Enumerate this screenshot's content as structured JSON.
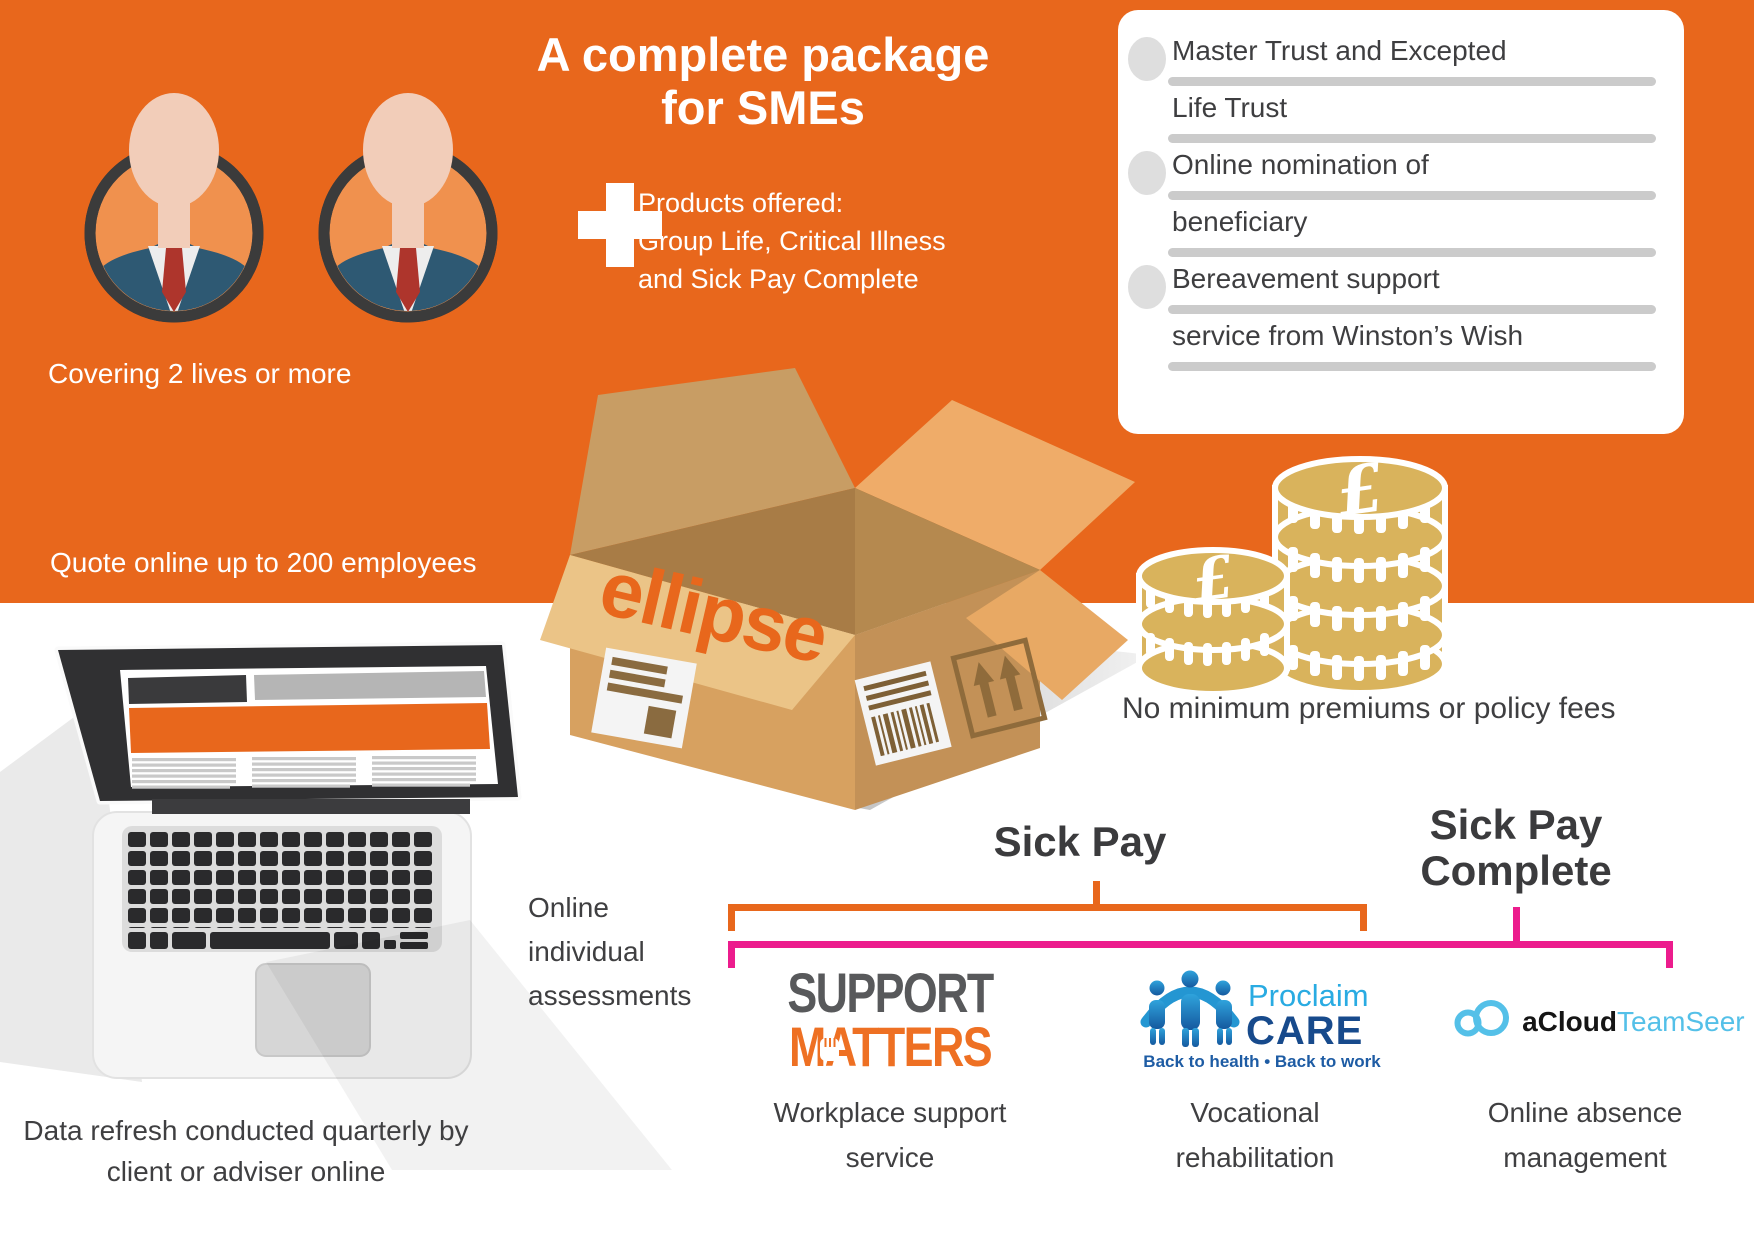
{
  "colors": {
    "orange": "#E8671C",
    "magenta": "#EC1C8D",
    "dark_text": "#3F3F41",
    "coin_gold": "#D9B35C",
    "support_matters_gray": "#58595B",
    "support_matters_orange": "#EE7023",
    "proclaim_light_blue": "#29ABE2",
    "proclaim_navy": "#174A8C",
    "acloud_blue": "#54C0E8"
  },
  "header": {
    "title_line1": "A complete package",
    "title_line2": "for SMEs",
    "products_line1": "Products offered:",
    "products_line2": "Group Life, Critical Illness",
    "products_line3": "and Sick Pay Complete"
  },
  "left": {
    "covering": "Covering 2 lives or more",
    "quote": "Quote online up to 200 employees"
  },
  "panel": {
    "items": [
      {
        "lines": [
          "Master Trust and Excepted",
          "Life Trust"
        ]
      },
      {
        "lines": [
          "Online nomination of",
          "beneficiary"
        ]
      },
      {
        "lines": [
          "Bereavement support",
          "service from Winston’s Wish"
        ]
      }
    ]
  },
  "box": {
    "logo": "ellipse"
  },
  "coins": {
    "currency": "£",
    "caption": "No minimum premiums or policy fees"
  },
  "laptop": {
    "side_lines": [
      "Online",
      "individual",
      "assessments"
    ],
    "bottom_line1": "Data refresh conducted quarterly by",
    "bottom_line2": "client or adviser online"
  },
  "groups": {
    "sick_pay": "Sick Pay",
    "spc_line1": "Sick Pay",
    "spc_line2": "Complete"
  },
  "logos": {
    "support_matters": {
      "line1": "SUPPORT",
      "line2": "MATTERS",
      "caption_line1": "Workplace support",
      "caption_line2": "service"
    },
    "proclaim": {
      "name": "Proclaim",
      "sub": "CARE",
      "tagline": "Back to health • Back to work",
      "caption_line1": "Vocational",
      "caption_line2": "rehabilitation"
    },
    "acloud": {
      "part1": "aCloud",
      "part2": "TeamSeer",
      "caption_line1": "Online absence",
      "caption_line2": "management"
    }
  }
}
